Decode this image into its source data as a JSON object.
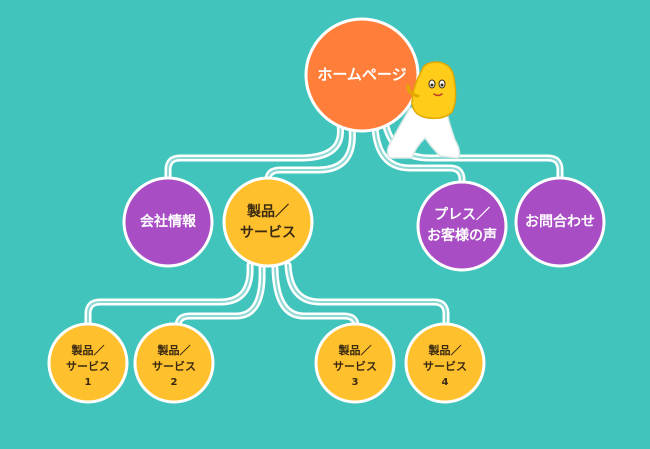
{
  "colors": {
    "background": "#40c4bc",
    "root": "#ff7f3a",
    "purple": "#a94dc5",
    "yellow": "#ffc02e",
    "connector_outer": "#ffffff",
    "connector_inner": "#8ed8d3",
    "mascot_body": "#ffcc1a"
  },
  "root": {
    "label": "ホームページ"
  },
  "level1": {
    "company": {
      "label": "会社情報"
    },
    "products": {
      "label_line1": "製品／",
      "label_line2": "サービス"
    },
    "press": {
      "label_line1": "プレス／",
      "label_line2": "お客様の声"
    },
    "contact": {
      "label": "お問合わせ"
    }
  },
  "level2": [
    {
      "line1": "製品／",
      "line2": "サービス",
      "line3": "1"
    },
    {
      "line1": "製品／",
      "line2": "サービス",
      "line3": "2"
    },
    {
      "line1": "製品／",
      "line2": "サービス",
      "line3": "3"
    },
    {
      "line1": "製品／",
      "line2": "サービス",
      "line3": "4"
    }
  ],
  "mascot": {
    "icon": "mascot-icon"
  }
}
